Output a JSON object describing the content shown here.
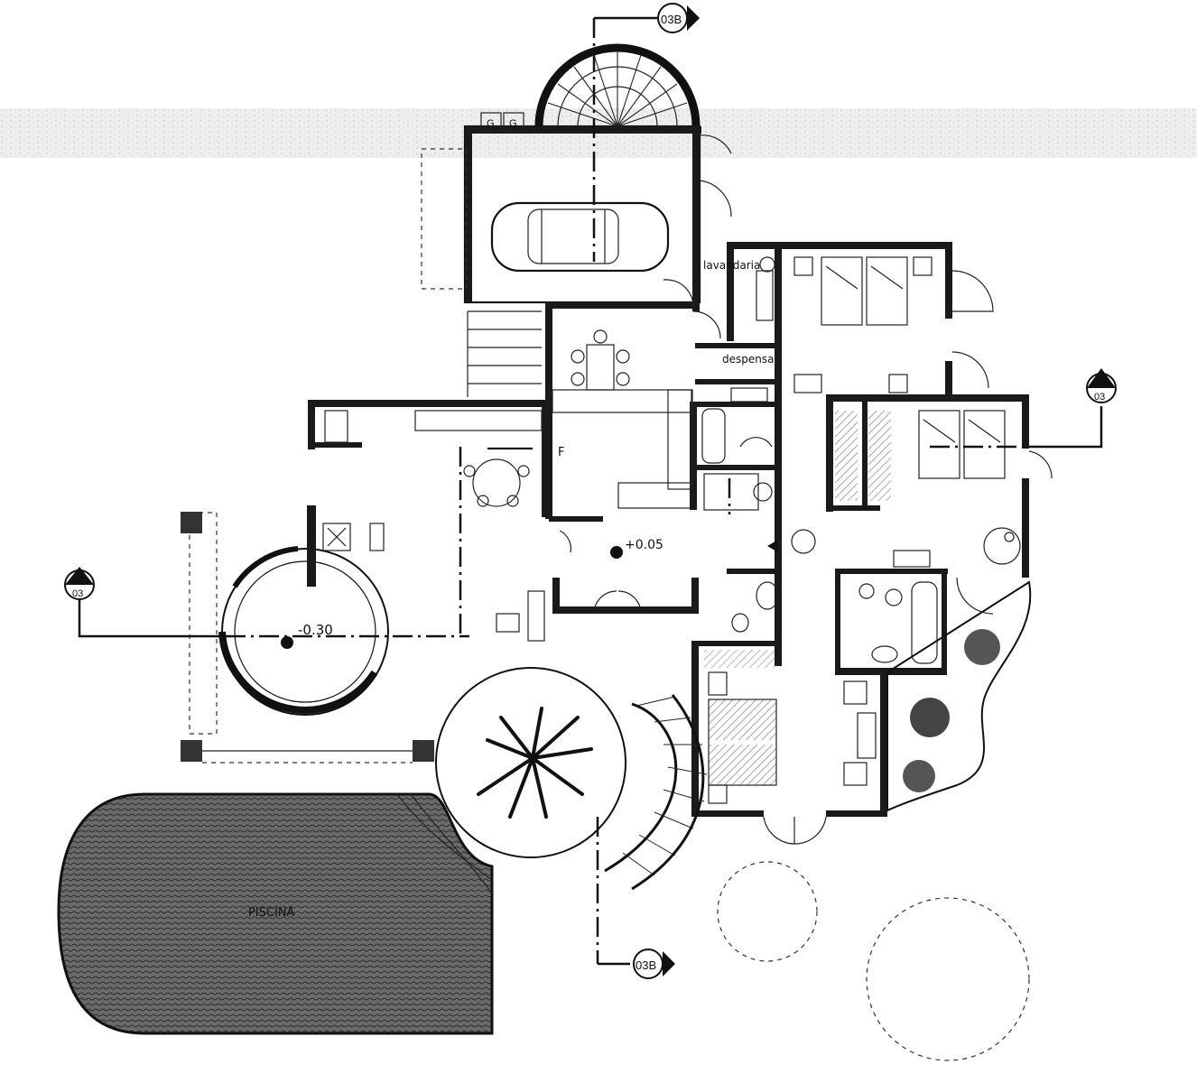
{
  "labels": {
    "laundry": "lavandaria",
    "pantry": "despensa",
    "pool": "PISCINA",
    "fridge": "F",
    "level_living": "-0.30",
    "level_entry": "+0.05"
  },
  "section_marks": {
    "top": "03B",
    "bottom": "03B",
    "left_letter": "A",
    "left_number": "03",
    "right_letter": "A",
    "right_number": "03"
  },
  "colors": {
    "ink": "#111111",
    "pool_fill": "#5a5a5a",
    "paper": "#ffffff"
  }
}
